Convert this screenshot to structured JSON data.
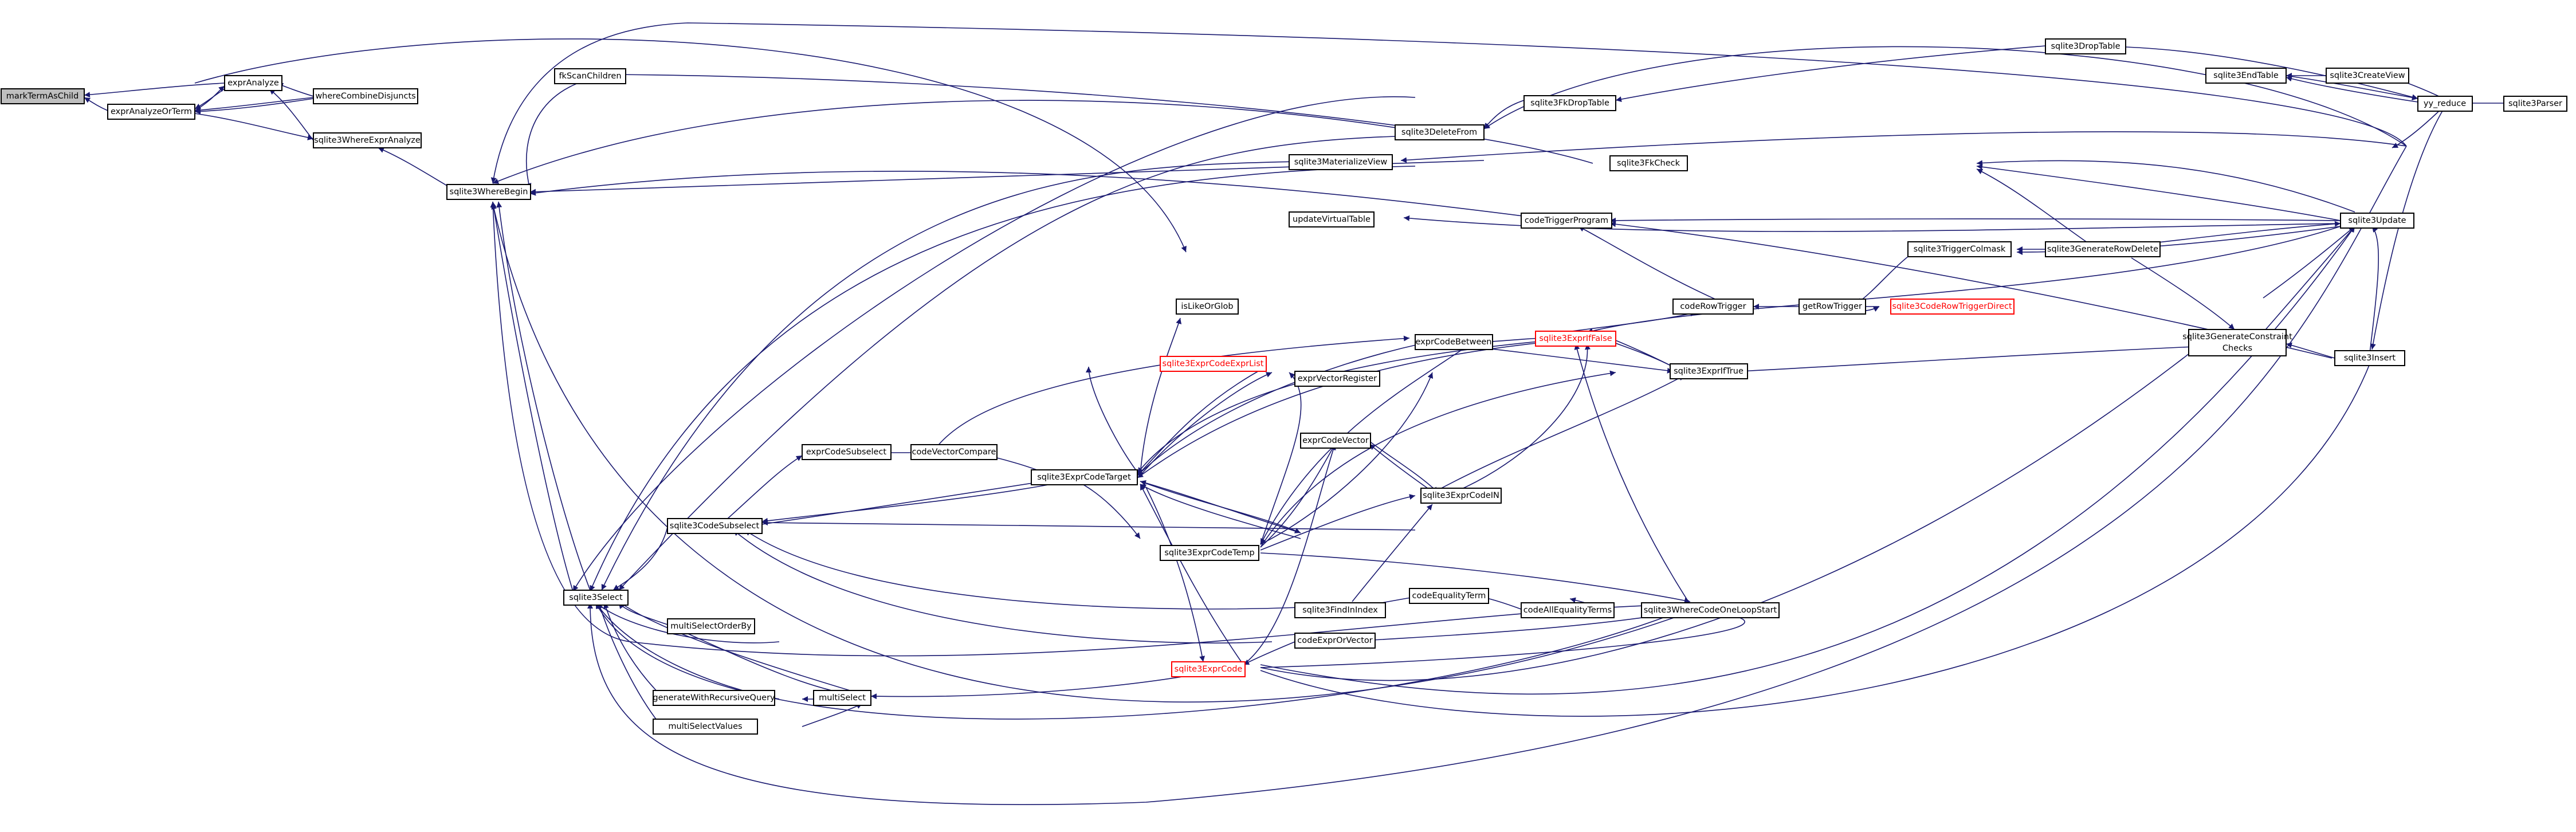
{
  "colors": {
    "edge": "#191970",
    "root_fill": "#bfbfbf",
    "highlight_text": "#ff0000"
  },
  "nodes": {
    "markTermAsChild": "markTermAsChild",
    "exprAnalyze": "exprAnalyze",
    "exprAnalyzeOrTerm": "exprAnalyzeOrTerm",
    "whereCombineDisjuncts": "whereCombineDisjuncts",
    "sqlite3WhereExprAnalyze": "sqlite3WhereExprAnalyze",
    "sqlite3WhereBegin": "sqlite3WhereBegin",
    "fkScanChildren": "fkScanChildren",
    "sqlite3Select": "sqlite3Select",
    "sqlite3DeleteFrom": "sqlite3DeleteFrom",
    "sqlite3MaterializeView": "sqlite3MaterializeView",
    "updateVirtualTable": "updateVirtualTable",
    "isLikeOrGlob": "isLikeOrGlob",
    "sqlite3FkDropTable": "sqlite3FkDropTable",
    "sqlite3DropTable": "sqlite3DropTable",
    "sqlite3EndTable": "sqlite3EndTable",
    "sqlite3CreateView": "sqlite3CreateView",
    "yy_reduce": "yy_reduce",
    "sqlite3Parser": "sqlite3Parser",
    "sqlite3FkCheck": "sqlite3FkCheck",
    "codeTriggerProgram": "codeTriggerProgram",
    "sqlite3Update": "sqlite3Update",
    "sqlite3TriggerColmask": "sqlite3TriggerColmask",
    "sqlite3GenerateRowDelete": "sqlite3GenerateRowDelete",
    "codeRowTrigger": "codeRowTrigger",
    "getRowTrigger": "getRowTrigger",
    "sqlite3CodeRowTriggerDirect": "sqlite3CodeRowTriggerDirect",
    "sqlite3GenerateConstraintChecks_l1": "sqlite3GenerateConstraint",
    "sqlite3GenerateConstraintChecks_l2": "Checks",
    "sqlite3Insert": "sqlite3Insert",
    "exprCodeBetween": "exprCodeBetween",
    "sqlite3ExprIfFalse": "sqlite3ExprIfFalse",
    "sqlite3ExprIfTrue": "sqlite3ExprIfTrue",
    "sqlite3ExprCodeExprList": "sqlite3ExprCodeExprList",
    "exprVectorRegister": "exprVectorRegister",
    "exprCodeSubselect": "exprCodeSubselect",
    "codeVectorCompare": "codeVectorCompare",
    "sqlite3ExprCodeTarget": "sqlite3ExprCodeTarget",
    "exprCodeVector": "exprCodeVector",
    "sqlite3ExprCodeIN": "sqlite3ExprCodeIN",
    "sqlite3CodeSubselect": "sqlite3CodeSubselect",
    "sqlite3ExprCodeTemp": "sqlite3ExprCodeTemp",
    "sqlite3FindInIndex": "sqlite3FindInIndex",
    "codeEqualityTerm": "codeEqualityTerm",
    "codeAllEqualityTerms": "codeAllEqualityTerms",
    "sqlite3WhereCodeOneLoopStart": "sqlite3WhereCodeOneLoopStart",
    "multiSelectOrderBy": "multiSelectOrderBy",
    "codeExprOrVector": "codeExprOrVector",
    "sqlite3ExprCode": "sqlite3ExprCode",
    "generateWithRecursiveQuery": "generateWithRecursiveQuery",
    "multiSelect": "multiSelect",
    "multiSelectValues": "multiSelectValues"
  }
}
